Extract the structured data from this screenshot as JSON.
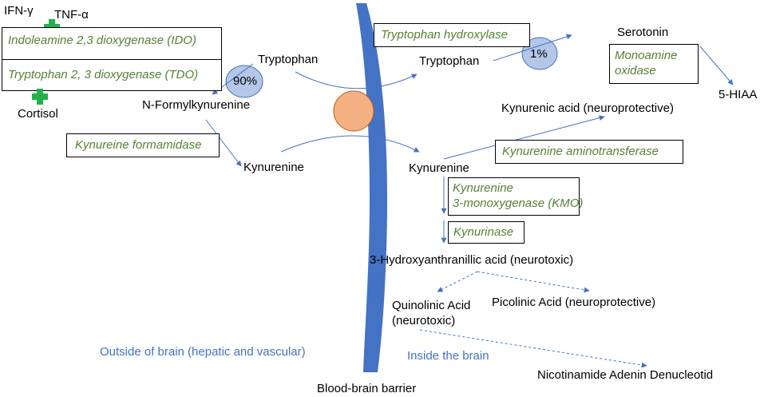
{
  "colors": {
    "enzyme_text": "#548235",
    "barrier": "#4472c4",
    "arrow": "#4472c4",
    "transporter": "#f4b183",
    "percent_bubble": "#b4c7e7",
    "activator_plus": "#22b14c",
    "region_label": "#4472c4"
  },
  "icons": {
    "activator": "plus-icon",
    "transporter": "circle-transporter"
  },
  "outside": {
    "ifn": "IFN-γ",
    "tnf": "TNF-α",
    "ido": "Indoleamine 2,3 dioxygenase (IDO)",
    "tdo": "Tryptophan 2, 3 dioxygenase (TDO)",
    "cortisol": "Cortisol",
    "tryptophan": "Tryptophan",
    "percent_90": "90%",
    "n_formylkynurenine": "N-Formylkynurenine",
    "kynureine_formamidase": "Kynureine formamidase",
    "kynurenine": "Kynurenine",
    "region_label": "Outside of brain (hepatic and vascular)"
  },
  "barrier": {
    "label": "Blood-brain barrier"
  },
  "inside": {
    "tryptophan_hydroxylase": "Tryptophan hydroxylase",
    "tryptophan": "Tryptophan",
    "percent_1": "1%",
    "serotonin": "Serotonin",
    "monoamine_oxidase_line1": "Monoamine",
    "monoamine_oxidase_line2": "oxidase",
    "hiaa": "5-HIAA",
    "kynurenic_acid": "Kynurenic acid (neuroprotective)",
    "kynurenine_aminotransferase": "Kynurenine aminotransferase",
    "kynurenine": "Kynurenine",
    "kmo_line1": "Kynurenine",
    "kmo_line2": "3-monoxygenase (KMO)",
    "kynurinase": "Kynurinase",
    "hydroxyanthranilic": "3-Hydroxyanthranillic acid (neurotoxic)",
    "quinolinic_line1": "Quinolinic Acid",
    "quinolinic_line2": "(neurotoxic)",
    "picolinic": "Picolinic Acid (neuroprotective)",
    "nad": "Nicotinamide Adenin Denucleotid",
    "region_label": "Inside the brain"
  }
}
